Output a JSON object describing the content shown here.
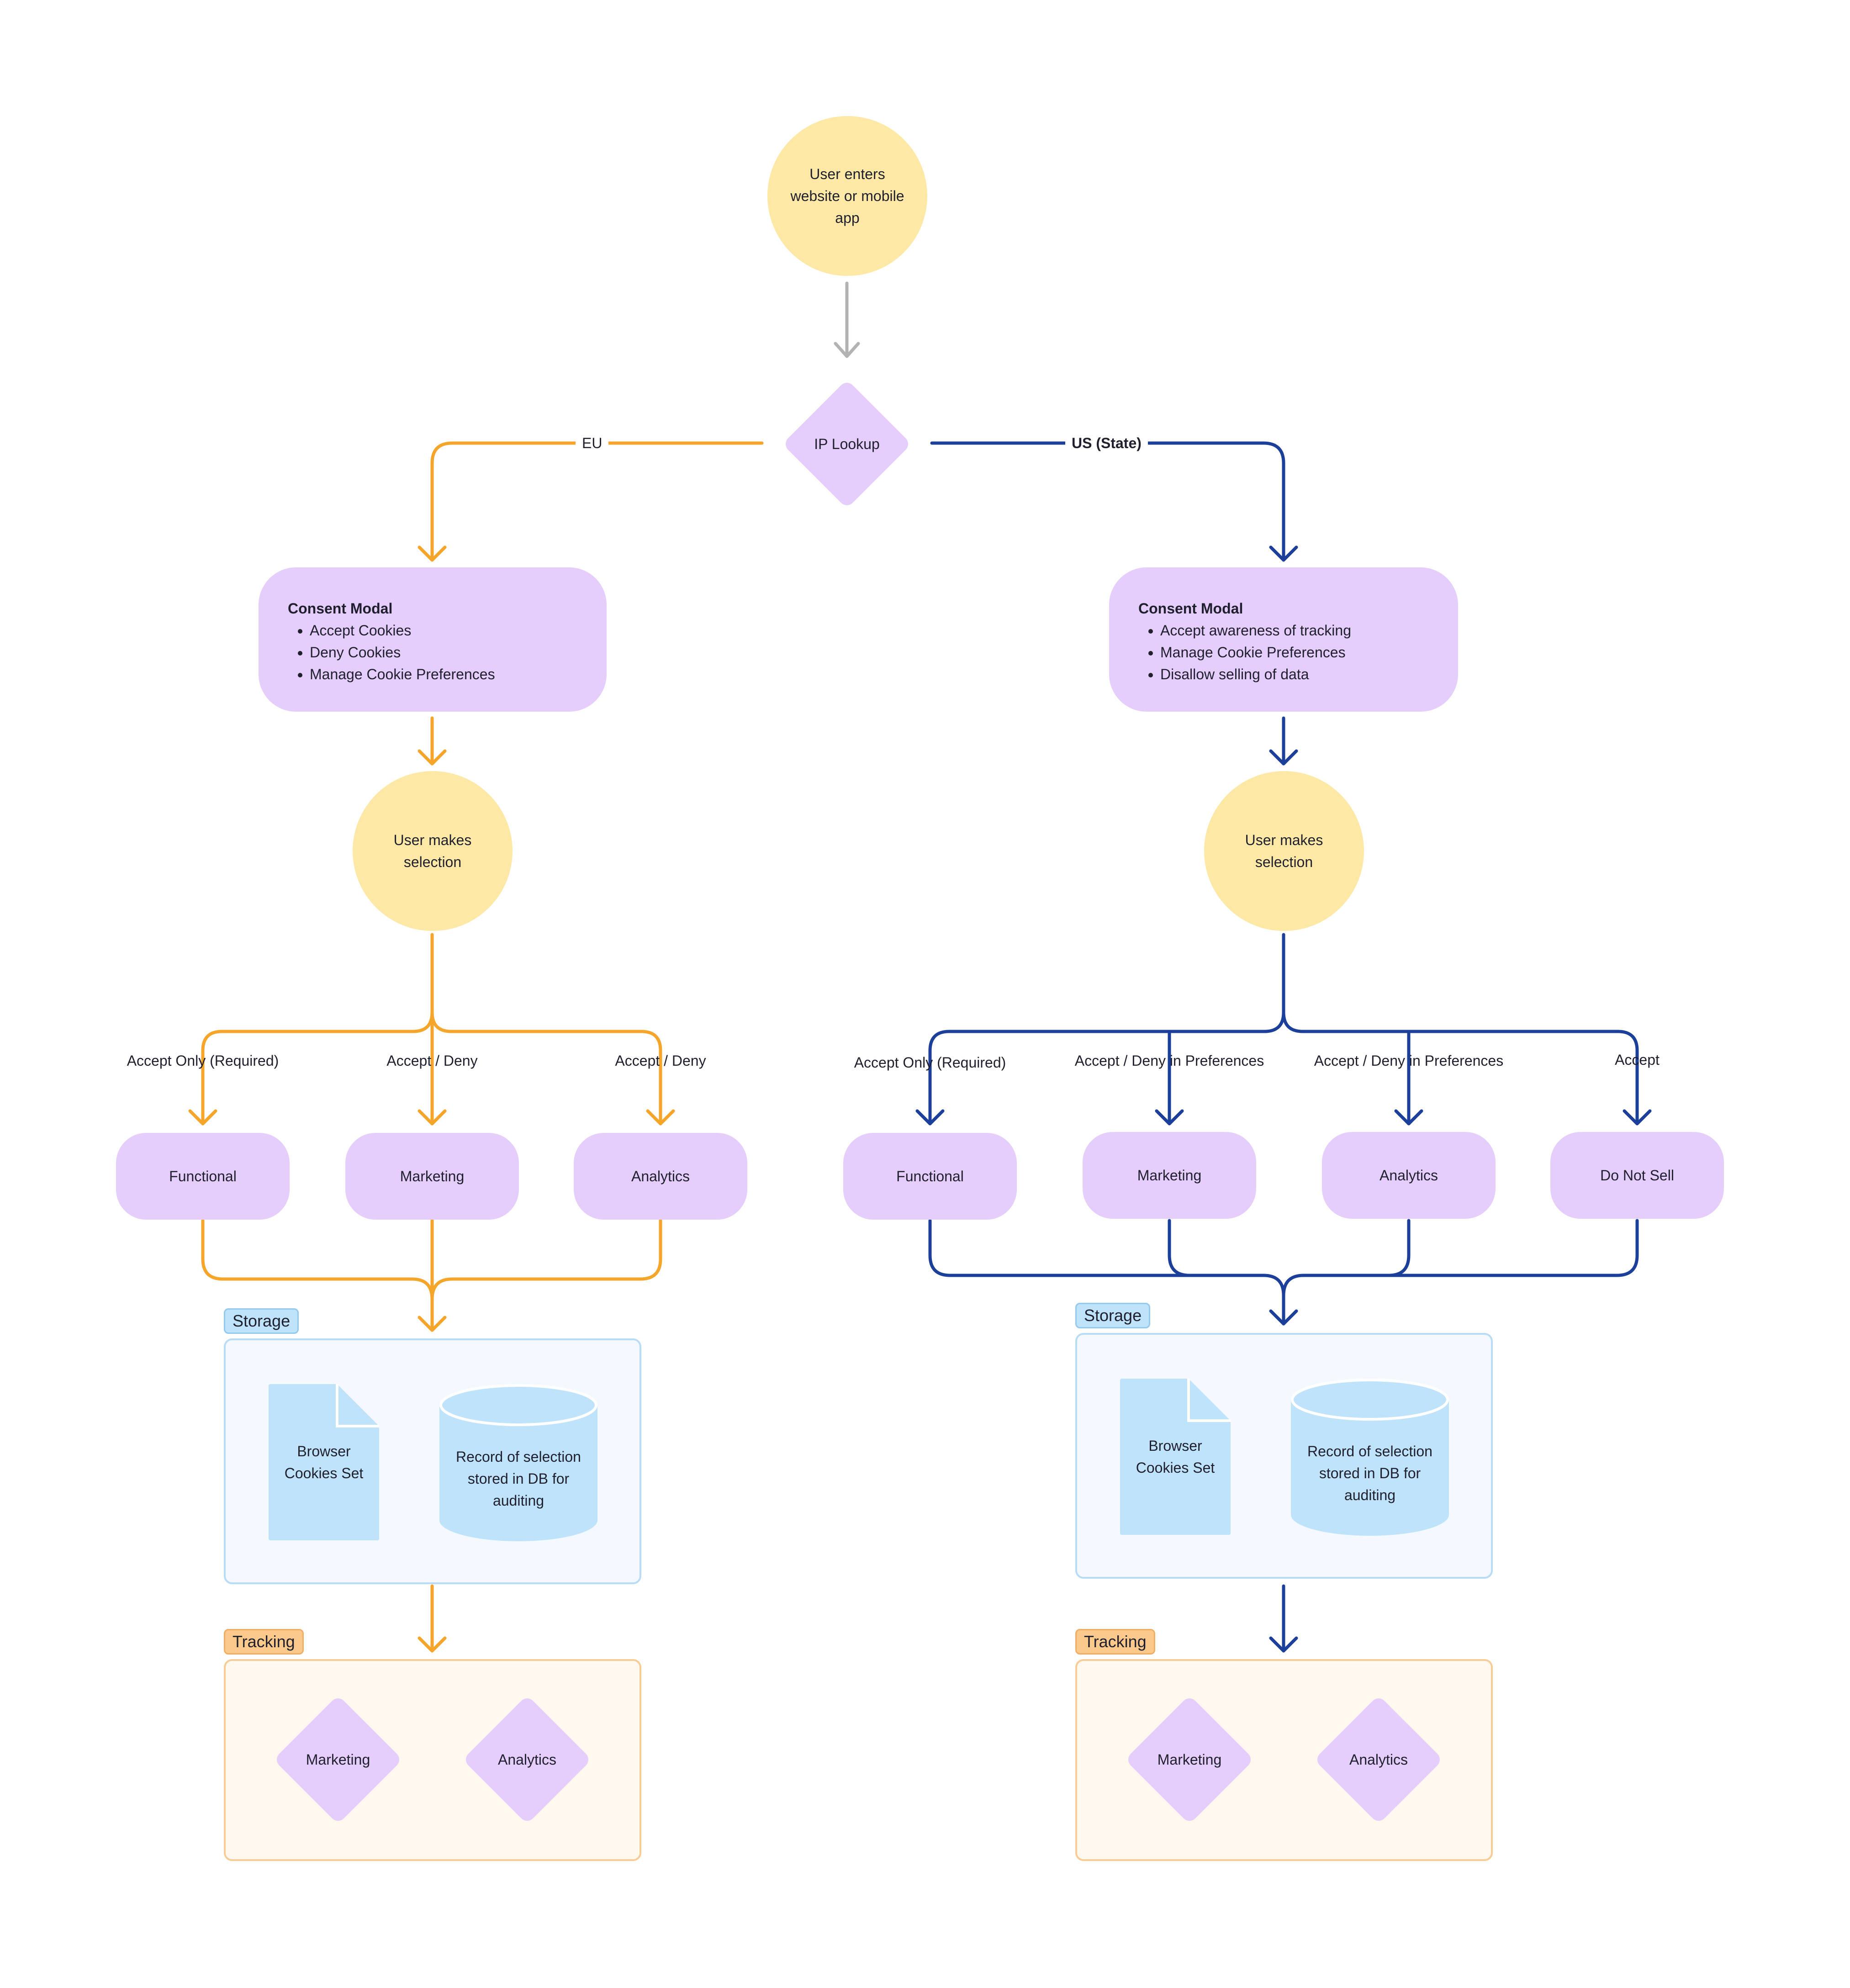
{
  "colors": {
    "eu_line": "#f5a52a",
    "us_line": "#1c3f9a",
    "entry_line": "#b3b3b3",
    "node_purple": "#e5cdfc",
    "node_yellow": "#fde8a6",
    "storage_blue": "#bfe3fb",
    "tracking_orange": "#fcc98c"
  },
  "start": {
    "label": "User enters website or mobile app"
  },
  "ip_lookup": {
    "label": "IP Lookup"
  },
  "eu": {
    "edge_label": "EU",
    "modal": {
      "title": "Consent Modal",
      "items": [
        "Accept Cookies",
        "Deny Cookies",
        "Manage Cookie Preferences"
      ]
    },
    "selection": {
      "label": "User makes selection"
    },
    "branches": [
      {
        "label": "Accept Only (Required)",
        "node": "Functional"
      },
      {
        "label": "Accept / Deny",
        "node": "Marketing"
      },
      {
        "label": "Accept / Deny",
        "node": "Analytics"
      }
    ],
    "storage": {
      "tag": "Storage",
      "file_label": "Browser Cookies Set",
      "db_label": "Record of selection stored in DB for auditing"
    },
    "tracking": {
      "tag": "Tracking",
      "items": [
        "Marketing",
        "Analytics"
      ]
    }
  },
  "us": {
    "edge_label": "US (State)",
    "modal": {
      "title": "Consent Modal",
      "items": [
        "Accept awareness of tracking",
        "Manage Cookie Preferences",
        "Disallow selling of data"
      ]
    },
    "selection": {
      "label": "User makes selection"
    },
    "branches": [
      {
        "label": "Accept Only (Required)",
        "node": "Functional"
      },
      {
        "label": "Accept / Deny in Preferences",
        "node": "Marketing"
      },
      {
        "label": "Accept / Deny in Preferences",
        "node": "Analytics"
      },
      {
        "label": "Accept",
        "node": "Do Not Sell"
      }
    ],
    "storage": {
      "tag": "Storage",
      "file_label": "Browser Cookies Set",
      "db_label": "Record of selection stored in DB for auditing"
    },
    "tracking": {
      "tag": "Tracking",
      "items": [
        "Marketing",
        "Analytics"
      ]
    }
  }
}
